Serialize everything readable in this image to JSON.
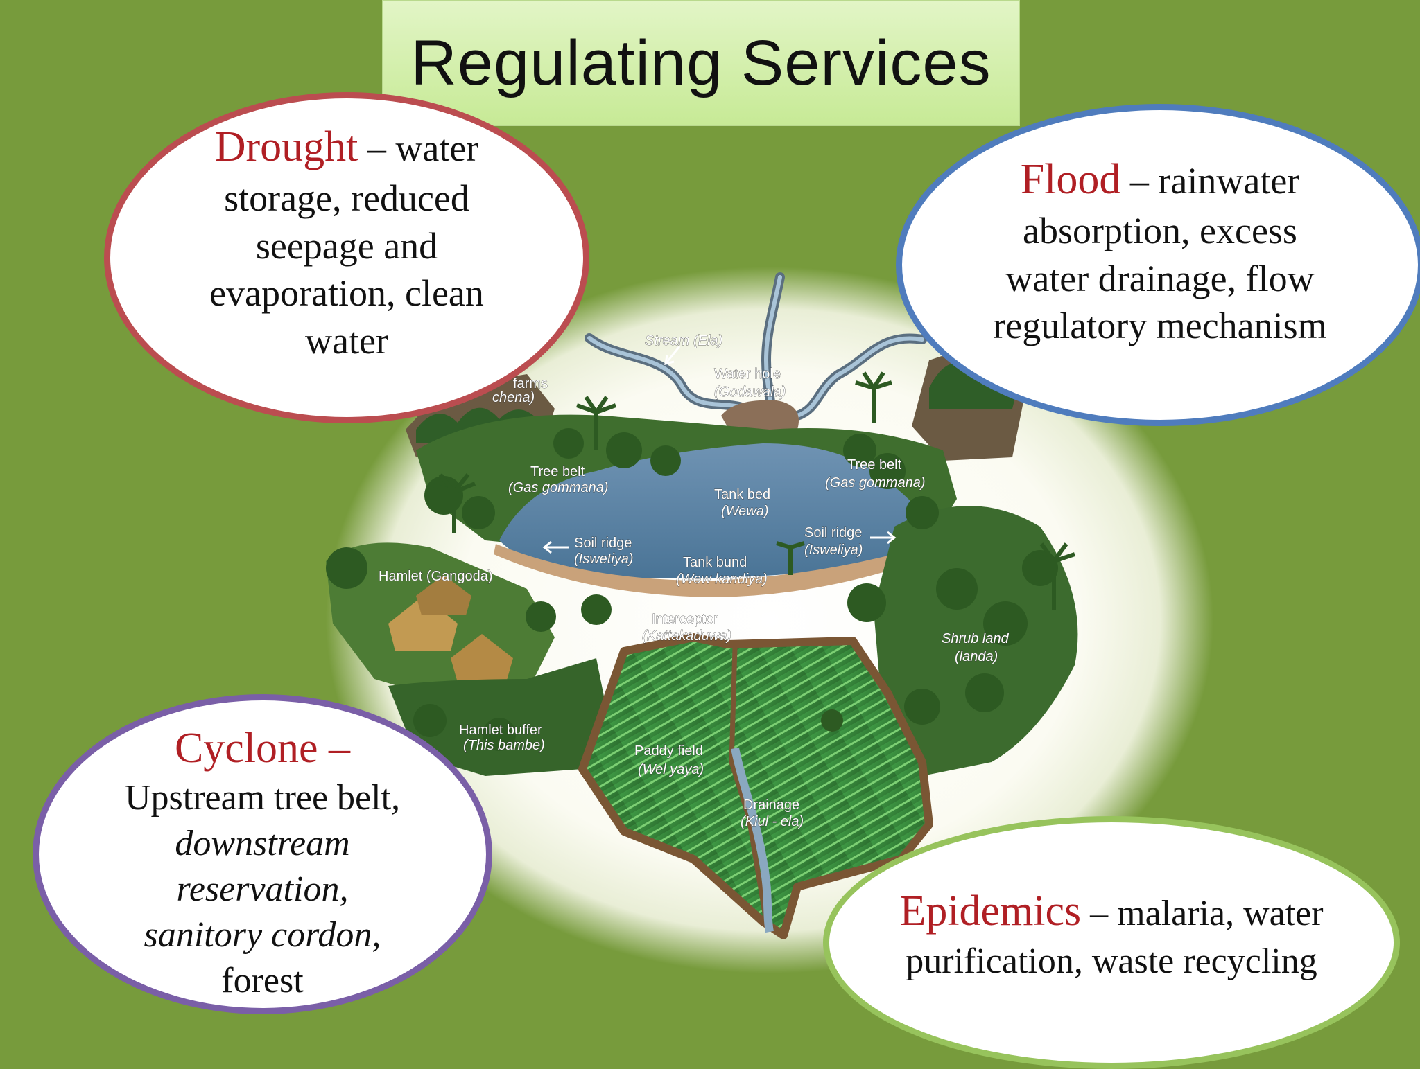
{
  "title": "Regulating Services",
  "colors": {
    "background": "#779b3c",
    "keyword": "#b01f24",
    "drought_border": "#bb4d50",
    "flood_border": "#4f7cbd",
    "cyclone_border": "#7a5fa7",
    "epidemics_border": "#97c35c"
  },
  "drought": {
    "keyword": "Drought",
    "text": " – water storage, reduced seepage and evaporation, clean water"
  },
  "flood": {
    "keyword": "Flood",
    "text": " – rainwater absorption, excess water drainage,  flow regulatory mechanism"
  },
  "cyclone": {
    "keyword": "Cyclone –",
    "text_plain": "Upstream tree belt",
    "text_italic": ", downstream reservation, sanitory cordon,",
    "text_end": "forest"
  },
  "epidemics": {
    "keyword": "Epidemics",
    "text": " – malaria, water purification, waste recycling"
  },
  "map_labels": {
    "stream": "Stream (Ela)",
    "water_hole": "Water hole",
    "water_hole_local": "(Godawala)",
    "tree_belt_left": "Tree belt",
    "tree_belt_left_local": "(Gas gommana)",
    "tree_belt_right": "Tree belt",
    "tree_belt_right_local": "(Gas gommana)",
    "tank_bed": "Tank bed",
    "tank_bed_local": "(Wewa)",
    "soil_ridge_left": "Soil ridge",
    "soil_ridge_left_local": "(Iswetiya)",
    "soil_ridge_right": "Soil ridge",
    "soil_ridge_right_local": "(Isweliya)",
    "tank_bund": "Tank bund",
    "tank_bund_local": "(Wew kandiya)",
    "hamlet": "Hamlet (Gangoda)",
    "interceptor": "Interceptor",
    "interceptor_local": "(Kattakaduwa)",
    "shrub_land": "Shrub land",
    "shrub_land_local": "(landa)",
    "hamlet_buffer": "Hamlet buffer",
    "hamlet_buffer_local": "(This bambe)",
    "paddy_field": "Paddy field",
    "paddy_field_local": "(Wel yaya)",
    "drainage": "Drainage",
    "drainage_local": "(Kiul - ela)",
    "farms_partial": "farms",
    "farms_partial_local": "chena)"
  }
}
